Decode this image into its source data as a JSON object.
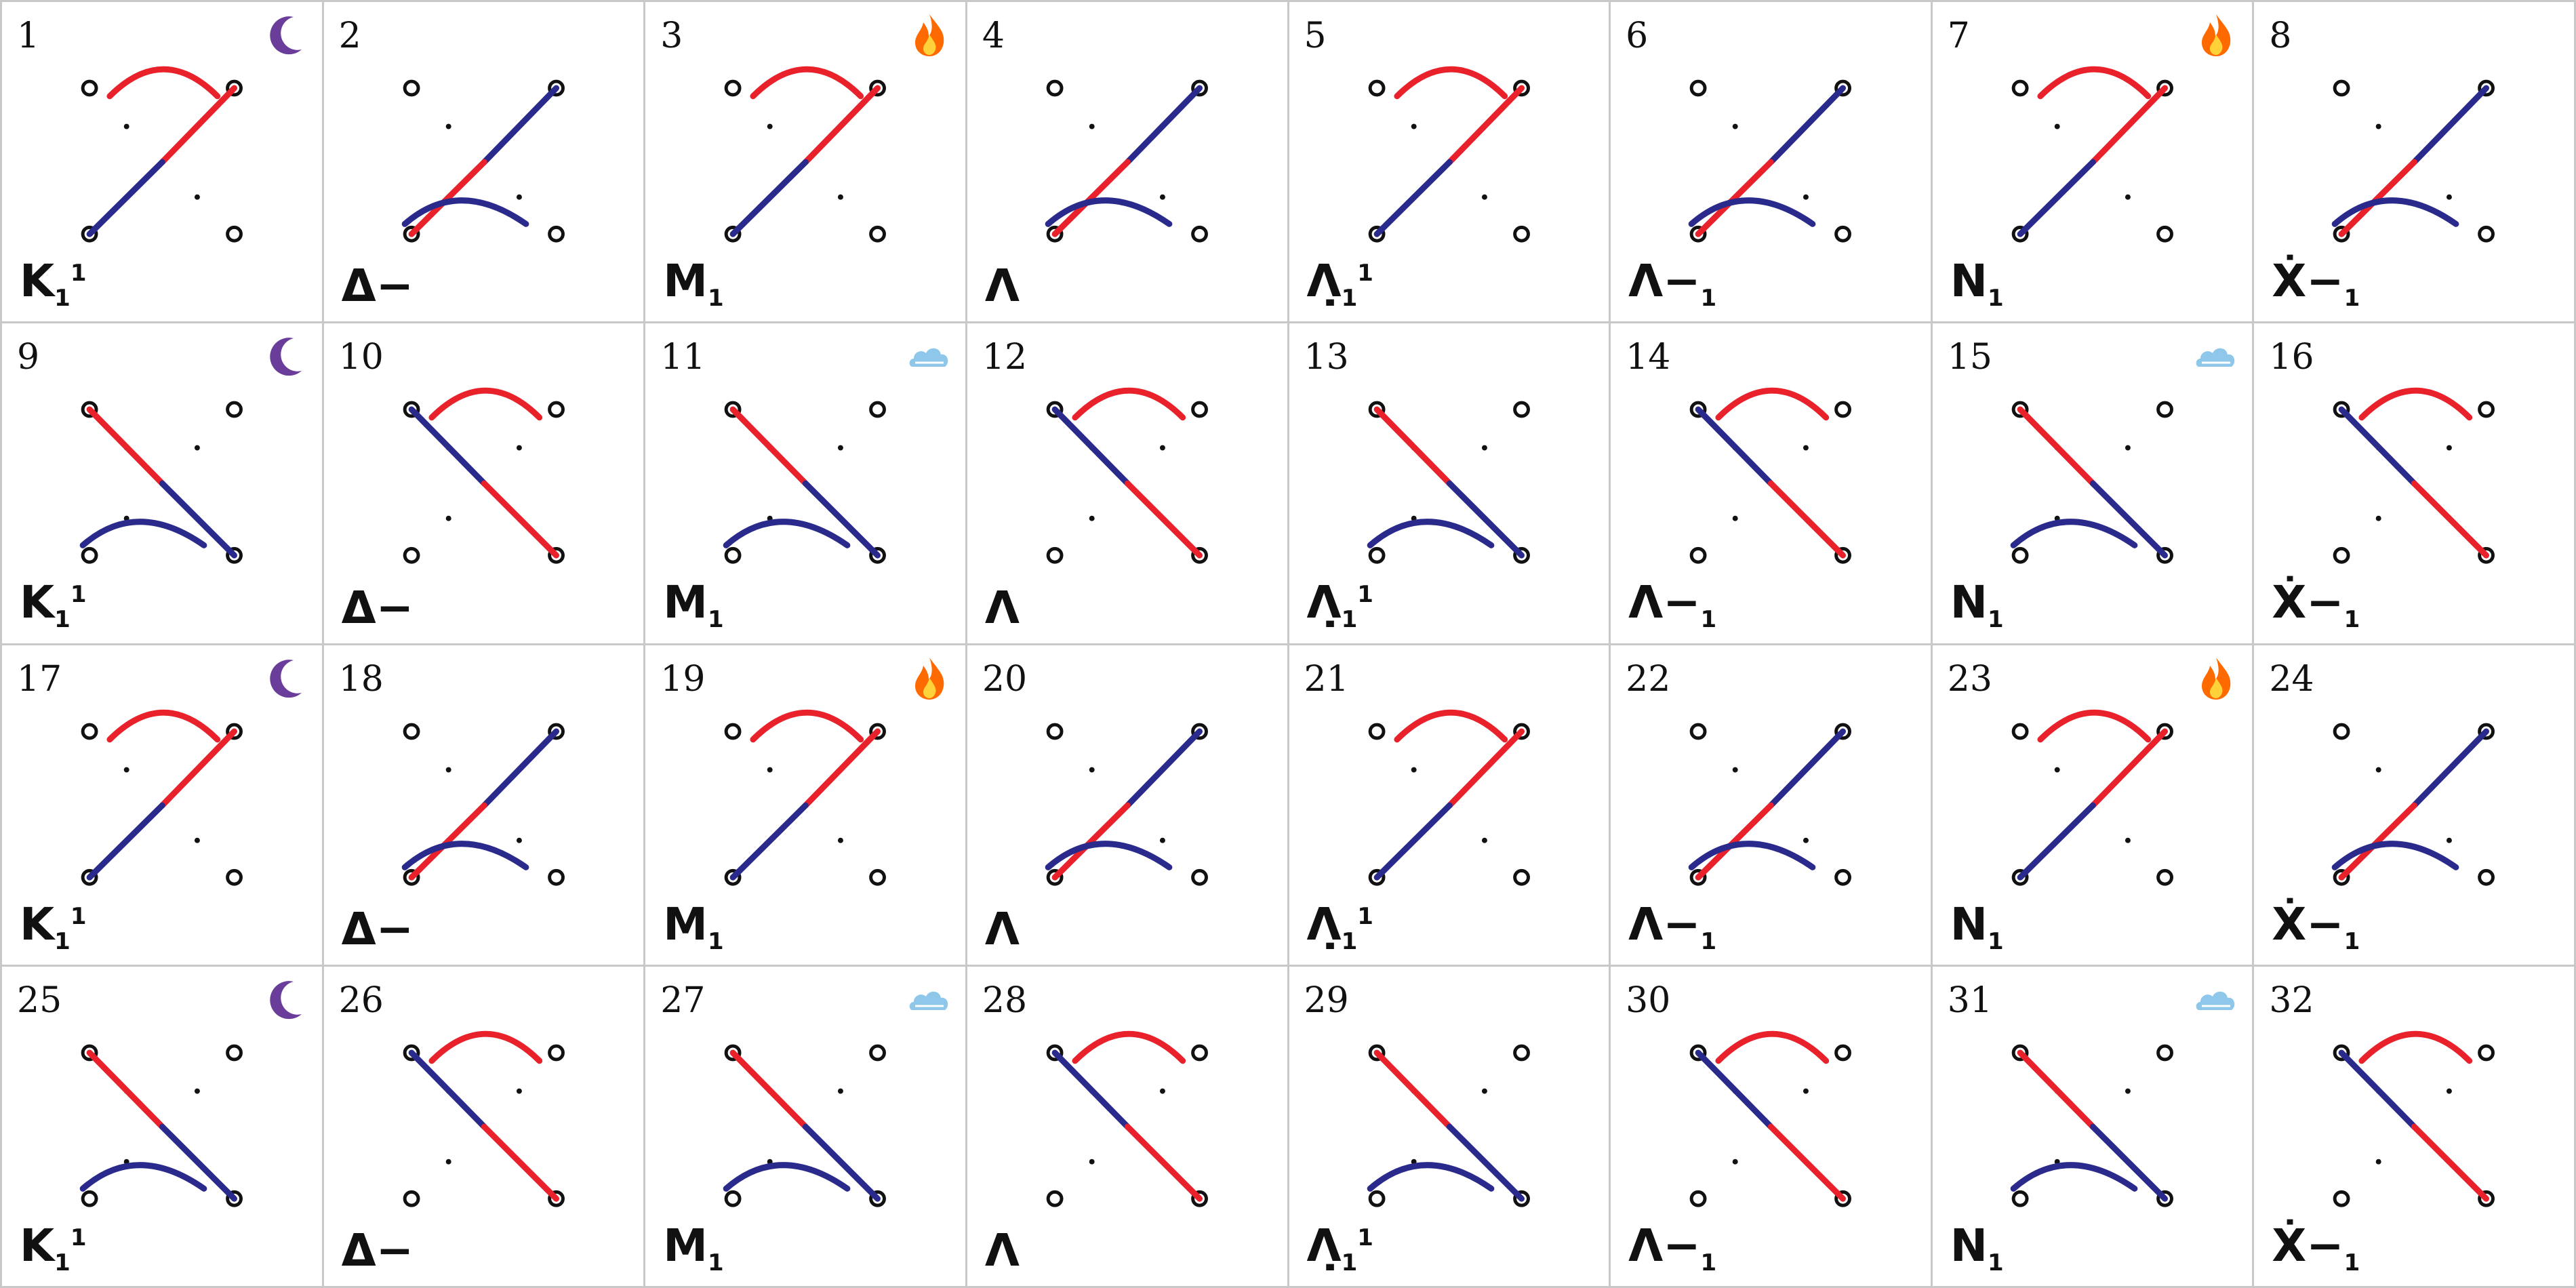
{
  "colors": {
    "red": "#e8212b",
    "blue": "#2a2a8c",
    "moon": "#6a3d9a",
    "flame": "#ff6a00",
    "cloud": "#8ec7ea"
  },
  "columns": [
    {
      "symbol": "K",
      "sub": "1",
      "sup": "1",
      "icon": "moon-icon"
    },
    {
      "symbol": "Δ−",
      "sub": "",
      "sup": "",
      "icon": ""
    },
    {
      "symbol": "M",
      "sub": "1",
      "sup": "",
      "icon": "flame-icon"
    },
    {
      "symbol": "Λ",
      "sub": "",
      "sup": "",
      "icon": ""
    },
    {
      "symbol": "Λ̣",
      "sub": "1",
      "sup": "1",
      "icon": ""
    },
    {
      "symbol": "Λ−",
      "sub": "1",
      "sup": "",
      "icon": ""
    },
    {
      "symbol": "N",
      "sub": "1",
      "sup": "",
      "icon": "flame-icon"
    },
    {
      "symbol": "Ẋ−",
      "sub": "1",
      "sup": "",
      "icon": ""
    }
  ],
  "row_icons": [
    "",
    "moon-icon|cloud-icon",
    "moon-icon|flame-icon",
    "moon-icon|cloud-icon"
  ],
  "cells": [
    {
      "n": "1"
    },
    {
      "n": "2"
    },
    {
      "n": "3"
    },
    {
      "n": "4"
    },
    {
      "n": "5"
    },
    {
      "n": "6"
    },
    {
      "n": "7"
    },
    {
      "n": "8"
    },
    {
      "n": "9"
    },
    {
      "n": "10"
    },
    {
      "n": "11"
    },
    {
      "n": "12"
    },
    {
      "n": "13"
    },
    {
      "n": "14"
    },
    {
      "n": "15"
    },
    {
      "n": "16"
    },
    {
      "n": "17"
    },
    {
      "n": "18"
    },
    {
      "n": "19"
    },
    {
      "n": "20"
    },
    {
      "n": "21"
    },
    {
      "n": "22"
    },
    {
      "n": "23"
    },
    {
      "n": "24"
    },
    {
      "n": "25"
    },
    {
      "n": "26"
    },
    {
      "n": "27"
    },
    {
      "n": "28"
    },
    {
      "n": "29"
    },
    {
      "n": "30"
    },
    {
      "n": "31"
    },
    {
      "n": "32"
    }
  ]
}
